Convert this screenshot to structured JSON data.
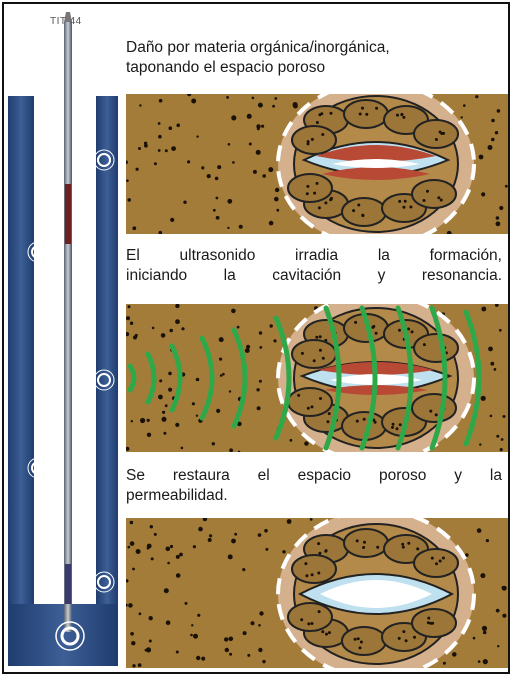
{
  "tool_label": "TIT 44",
  "steps": [
    {
      "lines": [
        "Daño por materia orgánica/inorgánica,",
        "taponando el espacio poroso"
      ]
    },
    {
      "lines": [
        "El ultrasonido irradia la formación,",
        "iniciando la cavitación y resonancia."
      ]
    },
    {
      "lines": [
        "Se restaura el espacio poroso y la",
        "permeabilidad."
      ]
    }
  ],
  "colors": {
    "formation": "#a47c3a",
    "well_blue": "#2f4f86",
    "pore_white": "#ffffff",
    "pore_blue": "#bfe0ef",
    "damage_red": "#b84a35",
    "wave_green": "#2fa84a",
    "halo": "#d4b08c"
  }
}
